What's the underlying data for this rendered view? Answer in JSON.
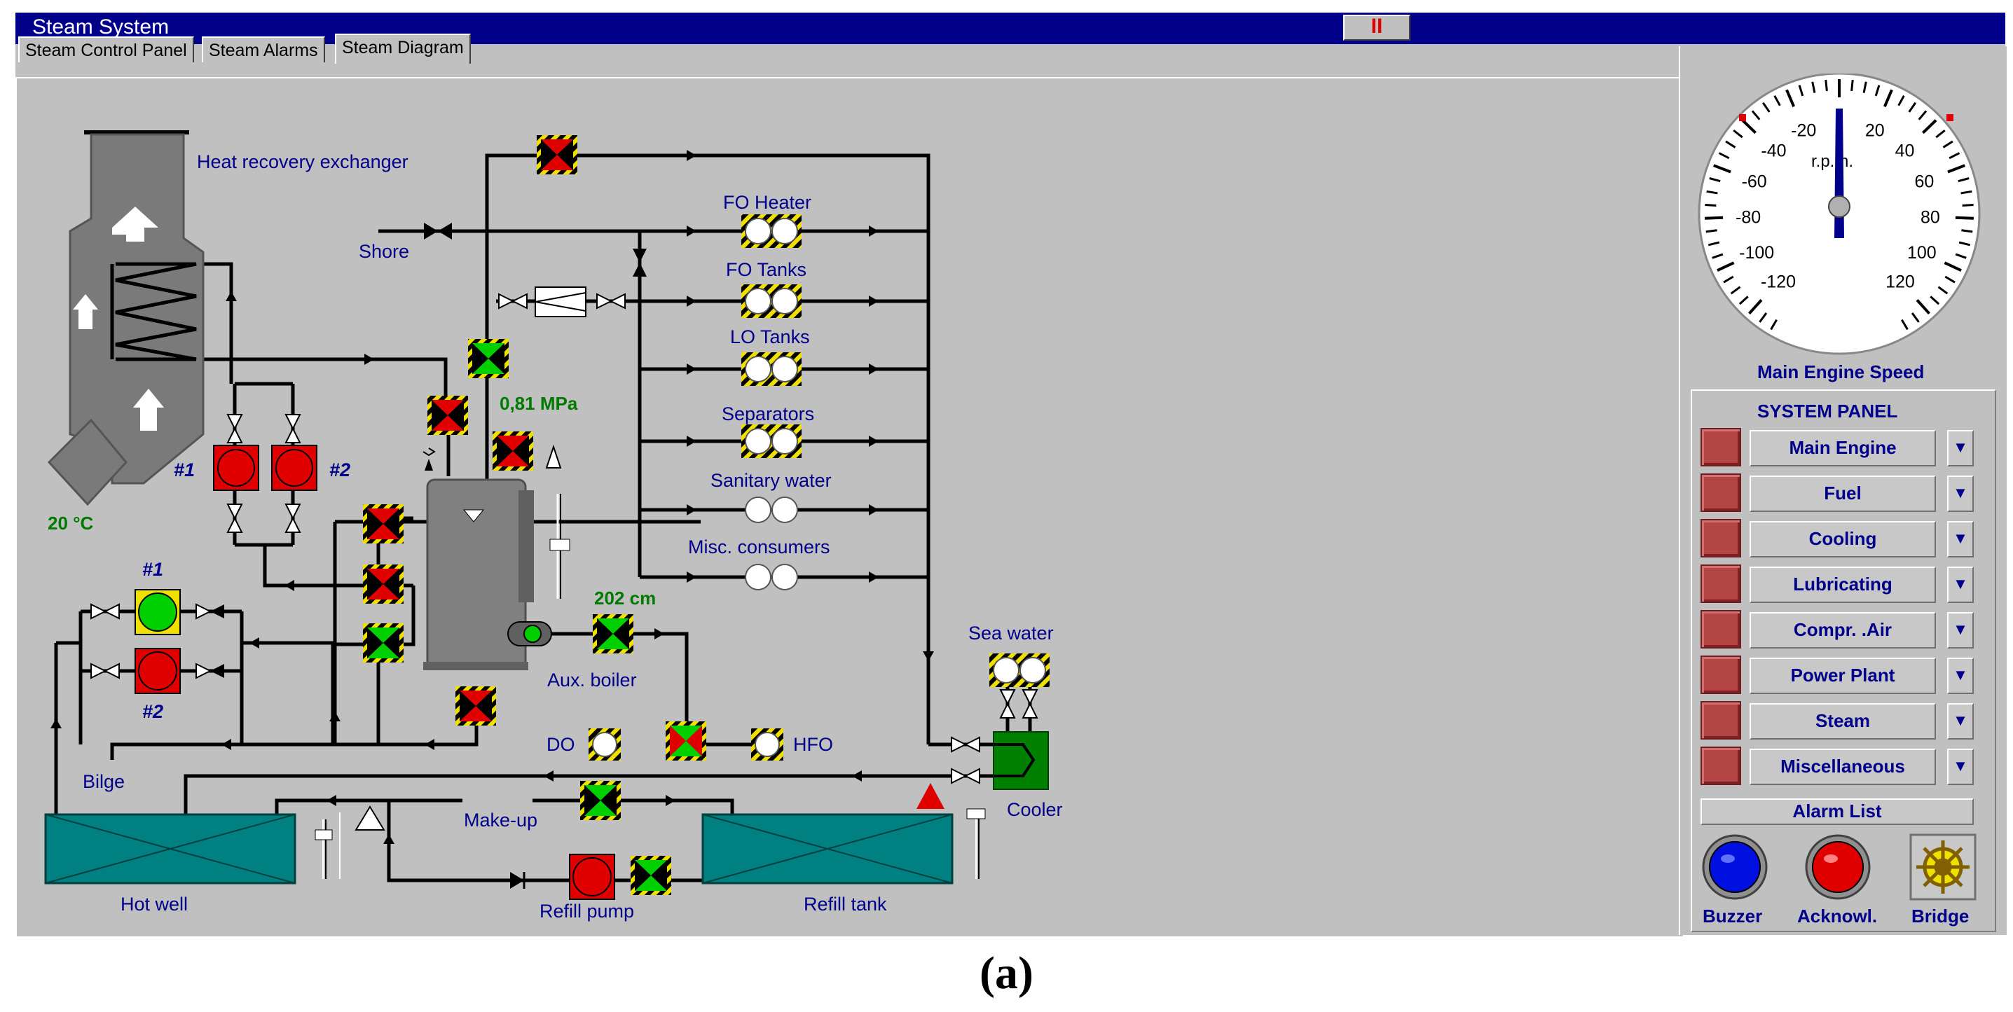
{
  "window": {
    "title": "Steam System",
    "pause_label": "II"
  },
  "tabs": [
    {
      "label": "Steam Control Panel"
    },
    {
      "label": "Steam Alarms"
    },
    {
      "label": "Steam Diagram",
      "active": true
    }
  ],
  "diagram": {
    "heat_recovery": "Heat recovery exchanger",
    "shore": "Shore",
    "temperature": "20 °C",
    "pressure": "0,81 MPa",
    "level": "202 cm",
    "aux_boiler": "Aux. boiler",
    "pump_1a": "#1",
    "pump_2a": "#2",
    "pump_1b": "#1",
    "pump_2b": "#2",
    "consumers": [
      "FO Heater",
      "FO Tanks",
      "LO Tanks",
      "Separators",
      "Sanitary water",
      "Misc. consumers"
    ],
    "do": "DO",
    "hfo": "HFO",
    "bilge": "Bilge",
    "make_up": "Make-up",
    "sea_water": "Sea water",
    "cooler": "Cooler",
    "hot_well": "Hot well",
    "refill_pump": "Refill pump",
    "refill_tank": "Refill tank"
  },
  "gauge": {
    "label": "Main Engine Speed",
    "unit": "r.p.m.",
    "ticks": [
      "-120",
      "-100",
      "-80",
      "-60",
      "-40",
      "-20",
      "20",
      "40",
      "60",
      "80",
      "100",
      "120"
    ],
    "value": 0
  },
  "system_panel": {
    "title": "SYSTEM PANEL",
    "items": [
      "Main Engine",
      "Fuel",
      "Cooling",
      "Lubricating",
      "Compr. .Air",
      "Power Plant",
      "Steam",
      "Miscellaneous"
    ],
    "dropdown_glyph": "▼",
    "alarm_list": "Alarm List"
  },
  "bottom_buttons": {
    "buzzer": "Buzzer",
    "acknowl": "Acknowl.",
    "bridge": "Bridge"
  },
  "colors": {
    "title_bar": "#00008b",
    "label": "#00008b",
    "green_label": "#007a00",
    "tank": "#008080",
    "pump_on": "#00d000",
    "pump_off": "#e00000"
  },
  "caption": "(a)"
}
